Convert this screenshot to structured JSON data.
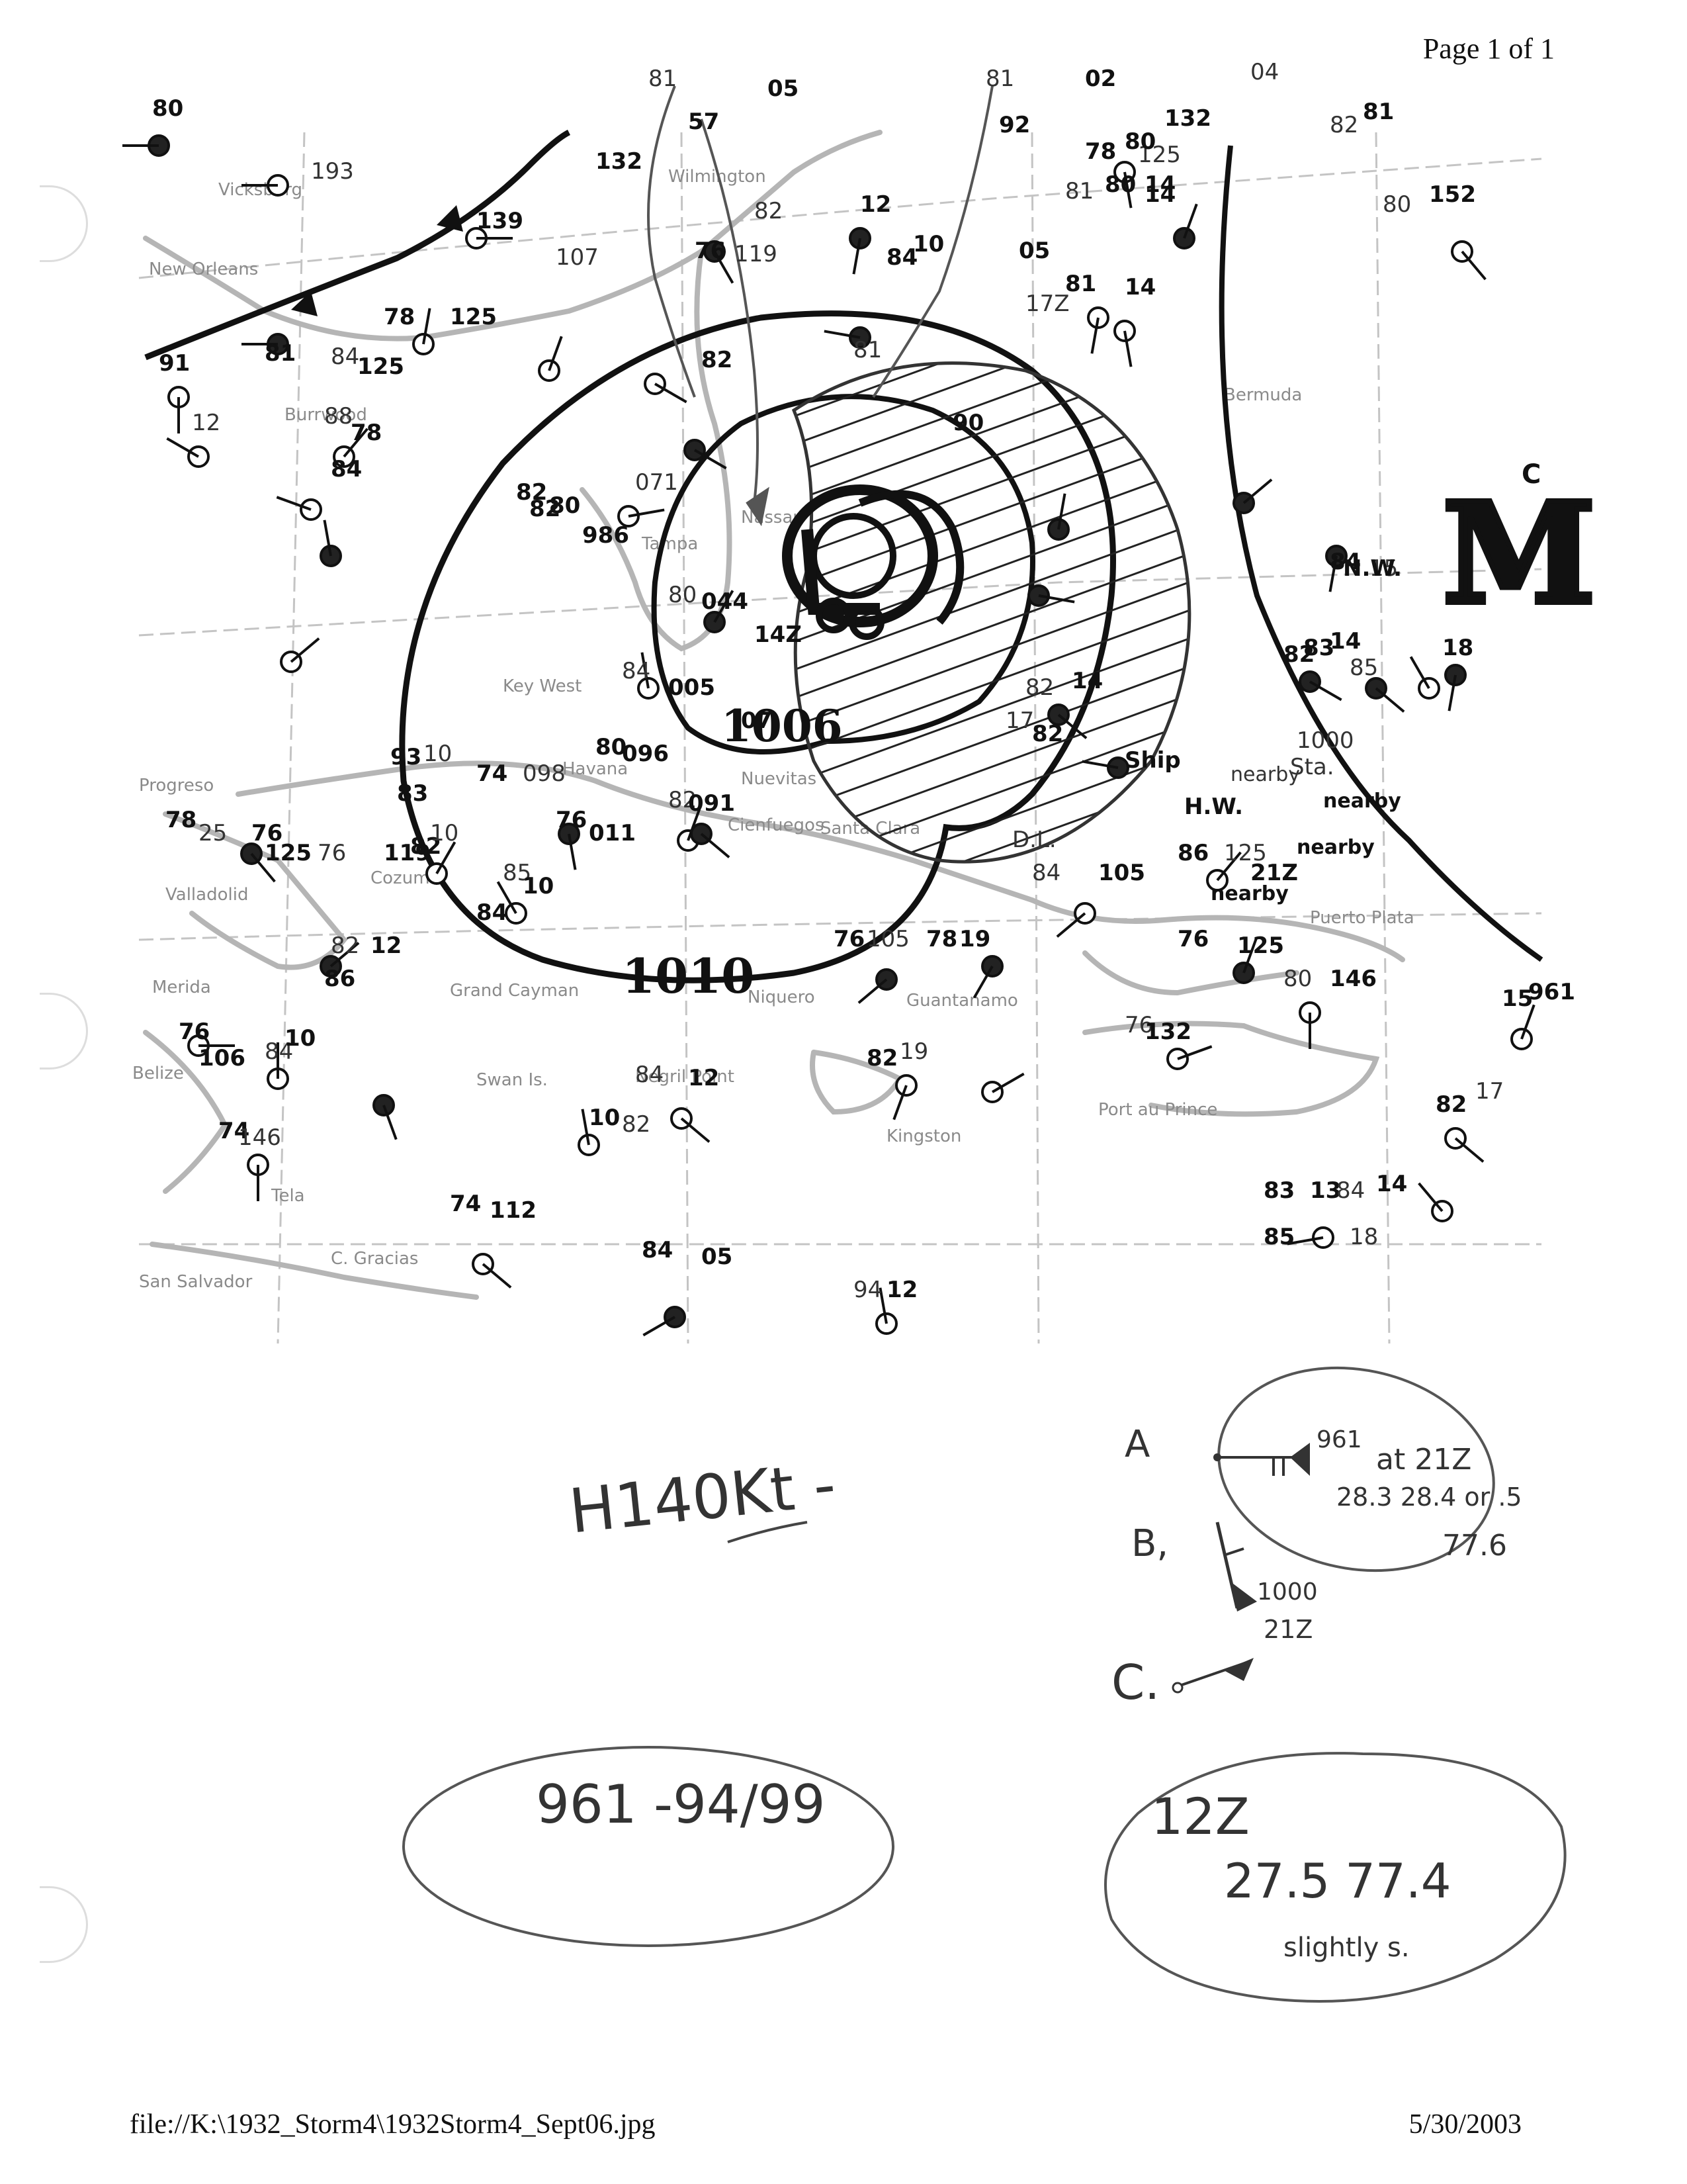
{
  "header": {
    "page_label": "Page 1 of 1"
  },
  "footer": {
    "file_path": "file://K:\\1932_Storm4\\1932Storm4_Sept06.jpg",
    "date": "5/30/2003"
  },
  "map": {
    "isobars": [
      {
        "label": "1006"
      },
      {
        "label": "1010"
      }
    ],
    "high_label": "M",
    "place_names": [
      "Wilmington",
      "Vicksburg",
      "New Orleans",
      "Burrwood",
      "Key West",
      "Tampa",
      "Nassau",
      "Nuevitas",
      "Cienfuegos",
      "Santa Clara",
      "Havana",
      "Progreso",
      "Valladolid",
      "Cozumel",
      "Merida",
      "Grand Cayman",
      "Niquero",
      "Guantanamo",
      "Kingston",
      "Port au Prince",
      "Puerto Plata",
      "San Salvador",
      "Tela",
      "C. Gracias",
      "Belize",
      "Negril Point",
      "Swan Is.",
      "Bermuda"
    ],
    "station_notes": [
      "81",
      "05",
      "57",
      "81",
      "02",
      "92",
      "04",
      "132",
      "78",
      "125",
      "80",
      "14",
      "81",
      "80",
      "14",
      "82",
      "12",
      "76",
      "119",
      "84",
      "10",
      "80",
      "152",
      "80",
      "193",
      "132",
      "139",
      "107",
      "78",
      "125",
      "84",
      "125",
      "81",
      "82",
      "81",
      "05",
      "17Z",
      "81",
      "14",
      "81",
      "82",
      "91",
      "88",
      "78",
      "84",
      "12",
      "82",
      "80",
      "071",
      "82",
      "986",
      "80",
      "044",
      "14Z",
      "84",
      "005",
      "07",
      "82",
      "14",
      "82",
      "17",
      "83",
      "84",
      "15",
      "82",
      "18",
      "85",
      "14",
      "93",
      "10",
      "83",
      "74",
      "098",
      "80",
      "096",
      "82",
      "091",
      "78",
      "25",
      "76",
      "125",
      "76",
      "119",
      "82",
      "10",
      "76",
      "011",
      "85",
      "10",
      "84",
      "82",
      "12",
      "86",
      "84",
      "105",
      "86",
      "125",
      "76",
      "125",
      "80",
      "146",
      "76",
      "105",
      "78",
      "19",
      "76",
      "132",
      "82",
      "19",
      "76",
      "106",
      "84",
      "10",
      "74",
      "146",
      "74",
      "112",
      "84",
      "12",
      "10",
      "82",
      "84",
      "05",
      "94",
      "12",
      "82",
      "17",
      "83",
      "13",
      "84",
      "14",
      "85",
      "18",
      "15",
      "961",
      "1000",
      "21Z",
      "nearby",
      "nearby",
      "nearby",
      "nearby",
      "Sta.",
      "Ship",
      "H.W.",
      "D.L.",
      "N.W.",
      "90"
    ]
  },
  "annotations": {
    "hurricane_note": "H140Kt -",
    "legend_a_letter": "A",
    "legend_a_pressure": "961",
    "legend_a_time": "at 21Z",
    "legend_a_lat": "28.3 28.4 or .5",
    "legend_a_lon": "77.6",
    "legend_b_letter": "B,",
    "legend_b_pressure": "1000",
    "legend_b_time": "21Z",
    "legend_c_letter": "C.",
    "bottom_left_oval": "961   -94/99",
    "bottom_right_time": "12Z",
    "bottom_right_pos": "27.5  77.4",
    "bottom_right_note": "slightly s."
  },
  "colors": {
    "ink": "#111111",
    "pencil": "#444444",
    "coastline": "#b5b5b5",
    "gridline": "#c4c4c4"
  }
}
